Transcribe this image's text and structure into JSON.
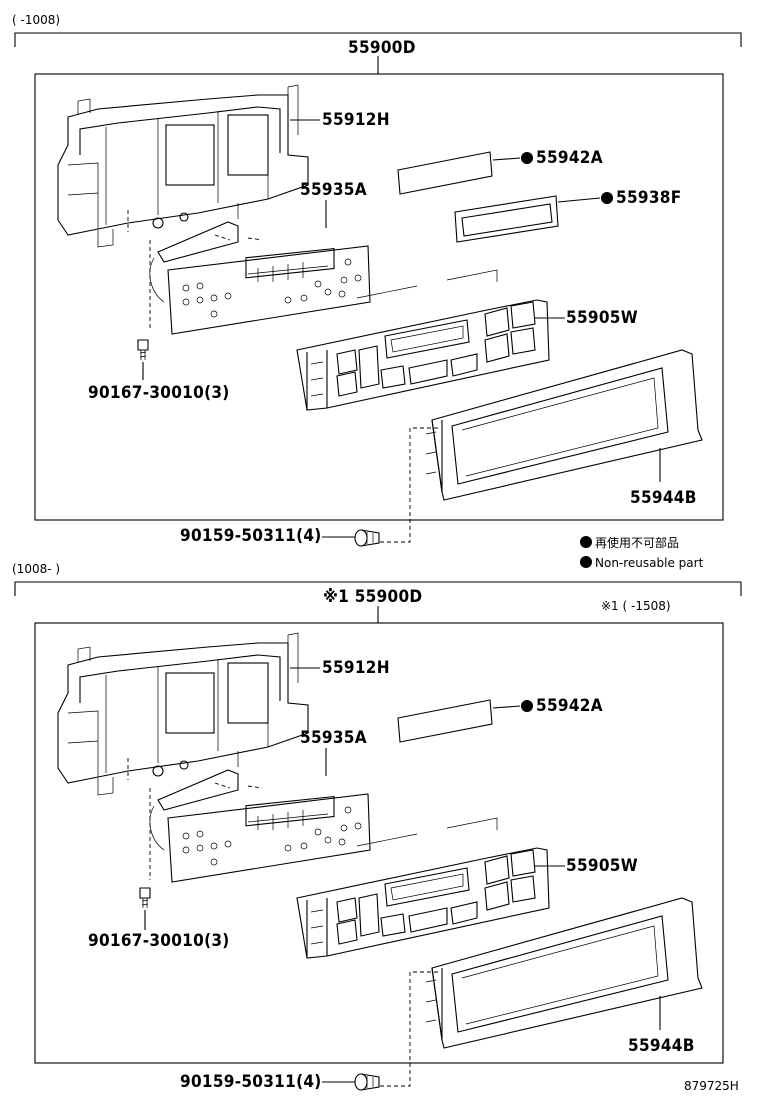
{
  "sections": [
    {
      "range": "(      -1008)",
      "assembly": "55900D",
      "parts": {
        "bracket": "55912H",
        "sticker": "55942A",
        "film": "55938F",
        "circuit": "55935A",
        "control": "55905W",
        "bezel": "55944B",
        "screw": "90167-30010(3)",
        "clip": "90159-50311(4)"
      }
    },
    {
      "range": "(1008-      )",
      "assembly": "※1 55900D",
      "note": "※1 (      -1508)",
      "parts": {
        "bracket": "55912H",
        "sticker": "55942A",
        "circuit": "55935A",
        "control": "55905W",
        "bezel": "55944B",
        "screw": "90167-30010(3)",
        "clip": "90159-50311(4)"
      }
    }
  ],
  "legend": {
    "jp": "再使用不可部品",
    "en": "Non-reusable part"
  },
  "figure_id": "879725H"
}
